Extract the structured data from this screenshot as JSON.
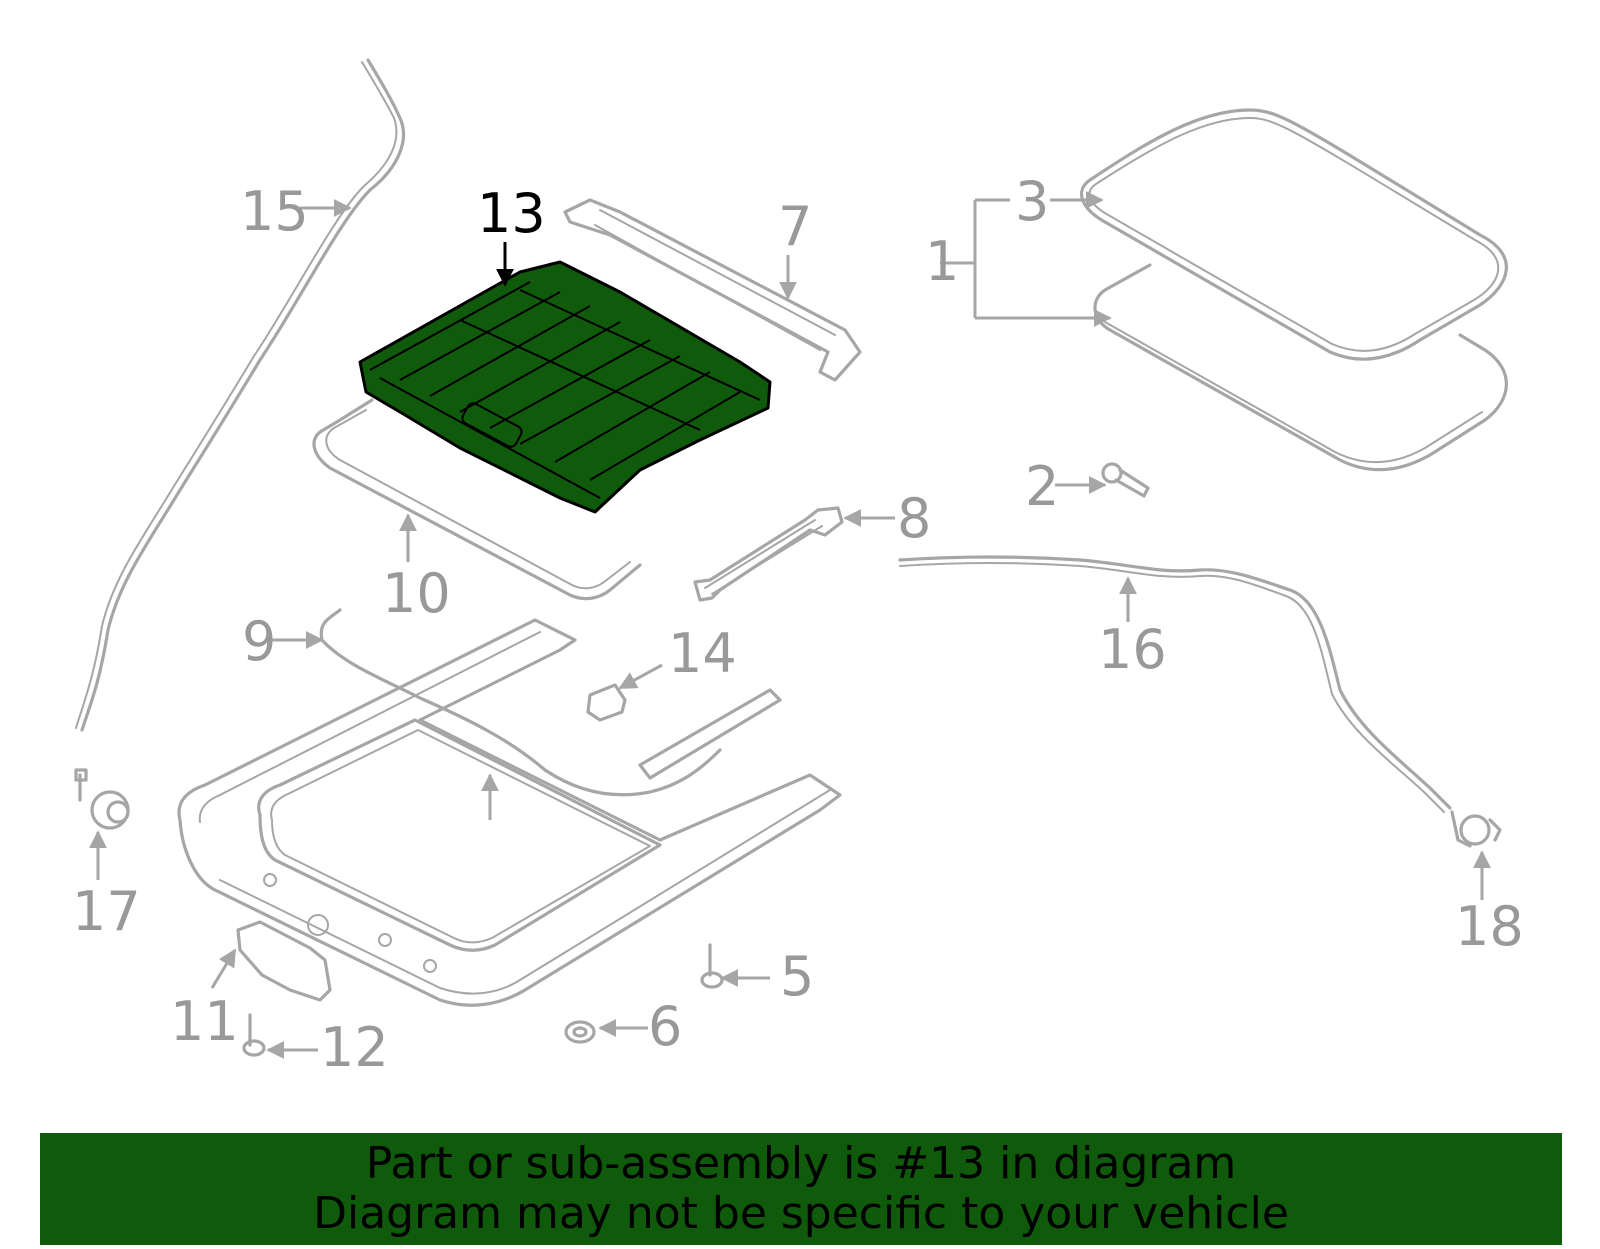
{
  "diagram": {
    "highlight_color": "#0f5a0b",
    "line_color": "#a6a6a6",
    "callouts": [
      {
        "id": "1",
        "label": "1"
      },
      {
        "id": "2",
        "label": "2"
      },
      {
        "id": "3",
        "label": "3"
      },
      {
        "id": "5",
        "label": "5"
      },
      {
        "id": "6",
        "label": "6"
      },
      {
        "id": "7",
        "label": "7"
      },
      {
        "id": "8",
        "label": "8"
      },
      {
        "id": "9",
        "label": "9"
      },
      {
        "id": "10",
        "label": "10"
      },
      {
        "id": "11",
        "label": "11"
      },
      {
        "id": "12",
        "label": "12"
      },
      {
        "id": "13",
        "label": "13",
        "highlighted": true
      },
      {
        "id": "14",
        "label": "14"
      },
      {
        "id": "15",
        "label": "15"
      },
      {
        "id": "16",
        "label": "16"
      },
      {
        "id": "17",
        "label": "17"
      },
      {
        "id": "18",
        "label": "18"
      }
    ]
  },
  "banner": {
    "line1": "Part or sub-assembly is #13 in diagram",
    "line2": "Diagram may not be specific to your vehicle",
    "background": "#0f5a0b"
  }
}
